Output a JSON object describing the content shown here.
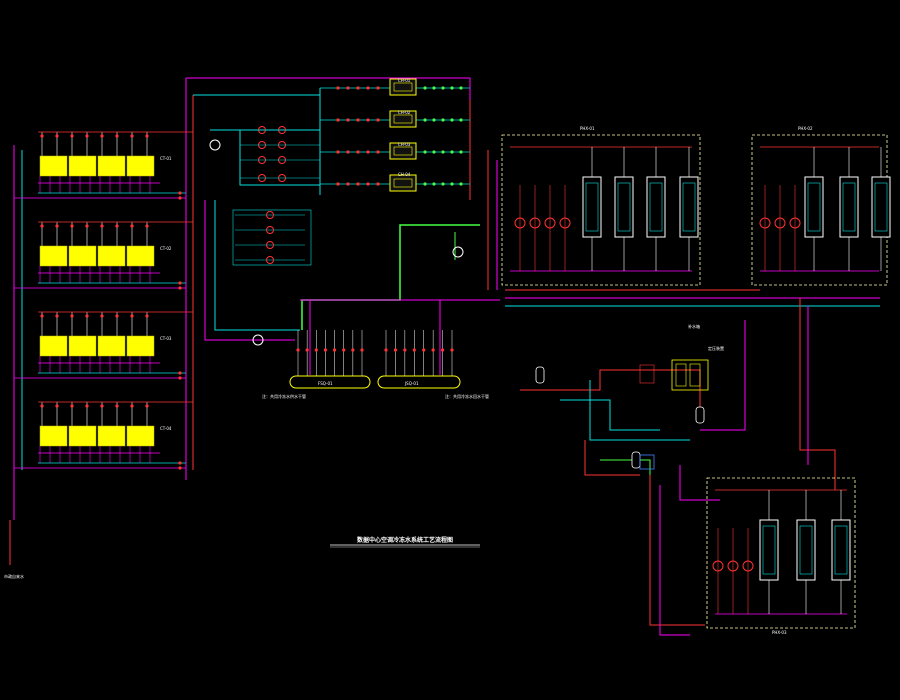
{
  "colors": {
    "background": "#000000",
    "chilled_supply": "#ff2b2b",
    "chilled_return": "#ff2b2b",
    "cooling_water": "#ff00ff",
    "condensate": "#00e0e0",
    "make_up": "#44ff44",
    "frame": "#ffffaa",
    "cooling_tower_fill": "#ffff00",
    "equipment_outline": "#ffffff",
    "pump": "#ff3333"
  },
  "drawing": {
    "title": "数据中心空调冷冻水系统工艺流程图",
    "cooling_towers": [
      {
        "tag": "CT-01"
      },
      {
        "tag": "CT-02"
      },
      {
        "tag": "CT-03"
      },
      {
        "tag": "CT-04"
      }
    ],
    "chillers": [
      {
        "tag": "CH-01"
      },
      {
        "tag": "CH-02"
      },
      {
        "tag": "CH-03"
      },
      {
        "tag": "CH-04"
      }
    ],
    "plate_hx_groups": [
      {
        "tag": "PHX-01"
      },
      {
        "tag": "PHX-02"
      },
      {
        "tag": "PHX-03"
      }
    ],
    "headers": [
      {
        "tag": "FSQ-01"
      },
      {
        "tag": "JSQ-01"
      }
    ],
    "notes": [
      {
        "text": "注：共用冷冻水供水干管"
      },
      {
        "text": "注：共用冷冻水回水干管"
      }
    ],
    "source_label": "市政自来水",
    "make_up_label": "补水箱",
    "expansion_label": "定压装置"
  }
}
